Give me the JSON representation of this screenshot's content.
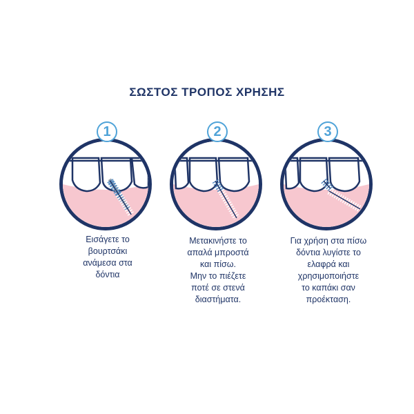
{
  "title": "ΣΩΣΤΟΣ ΤΡΟΠΟΣ ΧΡΗΣΗΣ",
  "colors": {
    "accent": "#4fa3d8",
    "outline": "#1f3466",
    "gum": "#f7c7cf",
    "text": "#1f3466"
  },
  "steps": [
    {
      "number": "1",
      "lines": [
        "Εισάγετε το",
        "βουρτσάκι",
        "ανάμεσα στα",
        "δόντια"
      ],
      "icon": "interdental-brush-insert-icon"
    },
    {
      "number": "2",
      "lines": [
        "Μετακινήστε το",
        "απαλά μπροστά",
        "και πίσω.",
        "Μην το πιέζετε",
        "ποτέ σε στενά",
        "διαστήματα."
      ],
      "icon": "interdental-brush-move-icon"
    },
    {
      "number": "3",
      "lines": [
        "Για χρήση στα πίσω",
        "δόντια λυγίστε το",
        "ελαφρά και",
        "χρησιμοποιήστε",
        "το καπάκι σαν",
        "προέκταση."
      ],
      "icon": "interdental-brush-bend-icon"
    }
  ]
}
